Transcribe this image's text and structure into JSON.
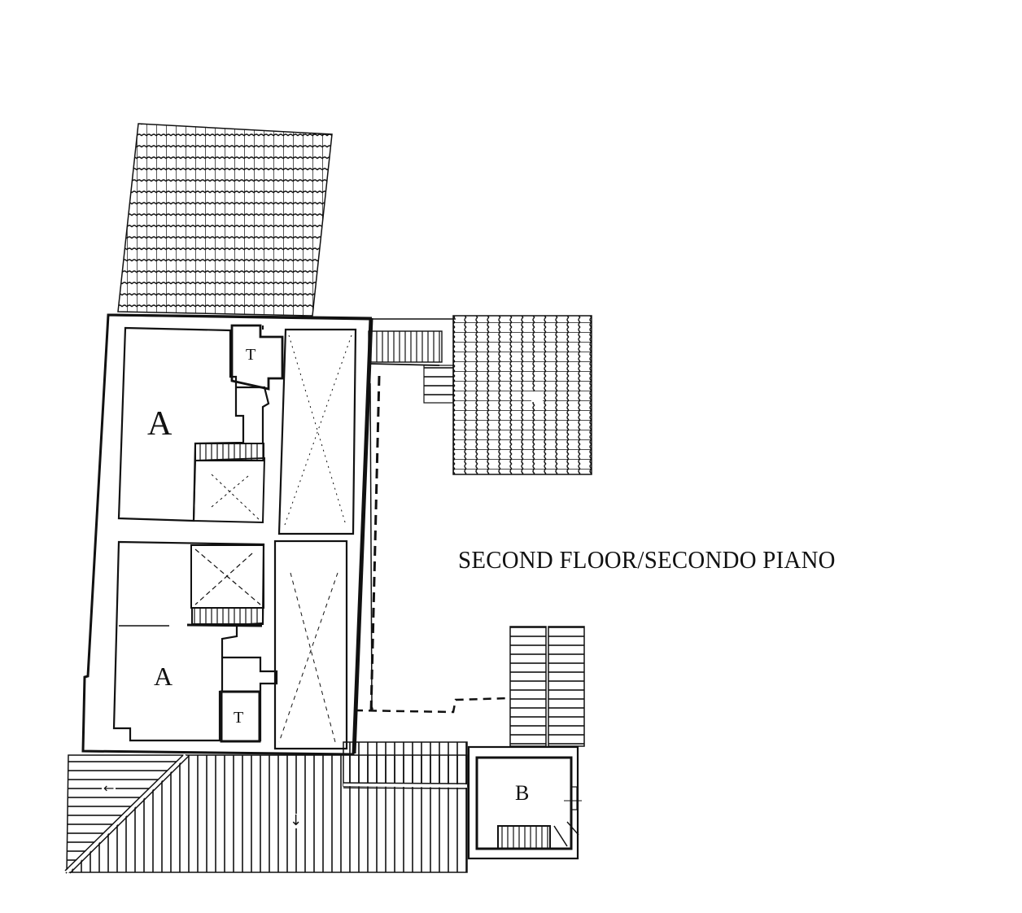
{
  "title": "SECOND FLOOR/SECONDO PIANO",
  "rooms": {
    "unit_a_upper": {
      "label": "A"
    },
    "unit_a_lower": {
      "label": "A"
    },
    "terrace_upper": {
      "label": "T"
    },
    "terrace_lower": {
      "label": "T"
    },
    "unit_b": {
      "label": "B"
    }
  },
  "roof_arrows": {
    "left_slope": "←",
    "main_slope": "↓"
  },
  "colors": {
    "line": "#111111",
    "background": "#ffffff"
  }
}
